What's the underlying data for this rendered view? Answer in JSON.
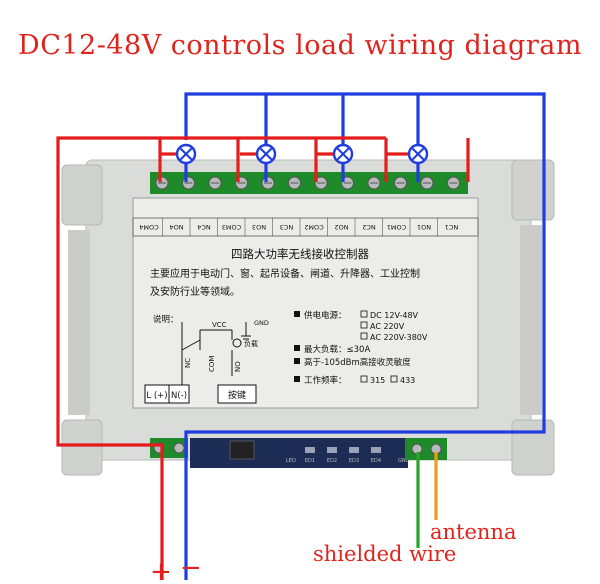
{
  "title": "DC12-48V controls load wiring diagram",
  "colors": {
    "title": "#e0231c",
    "red_wire": "#e41c1c",
    "blue_wire": "#1f3ee0",
    "green_wire": "#2aa52a",
    "orange_wire": "#f39a1e",
    "terminal": "#1f8a2a",
    "enclosure": "#d9dcd8",
    "panel": "#ecedeb"
  },
  "terminal_labels": [
    "COM4",
    "NO4",
    "NC4",
    "COM3",
    "NO3",
    "NC3",
    "COM2",
    "NO2",
    "NC2",
    "COM1",
    "NO1",
    "NC1"
  ],
  "panel": {
    "heading": "四路大功率无线接收控制器",
    "description_line1": "主要应用于电动门、窗、起吊设备、闸道、升降器、工业控制",
    "description_line2": "及安防行业等领域。",
    "legend_title": "说明：",
    "schematic": {
      "vcc": "VCC",
      "gnd": "GND",
      "nc": "NC",
      "com": "COM",
      "no": "NO",
      "load": "负载"
    },
    "specs": {
      "supply_label": "供电电源：",
      "supply_options": [
        "DC 12V-48V",
        "AC 220V",
        "AC 220V-380V"
      ],
      "max_load": "最大负载：≤30A",
      "sensitivity": "高于-105dBm高接收灵敏度",
      "freq_label": "工作频率：",
      "freq_options": [
        "315",
        "433"
      ]
    },
    "l_button": "L (+)",
    "n_button": "N(-)",
    "key_button": "按键"
  },
  "pcb_labels": [
    "ED1",
    "ED2",
    "ED3",
    "ED4"
  ],
  "pcb_led": "LED",
  "gnd_small": "GND",
  "polarity": {
    "plus": "+",
    "minus": "−"
  },
  "bottom_labels": {
    "antenna": "antenna",
    "shielded_wire": "shielded wire"
  }
}
